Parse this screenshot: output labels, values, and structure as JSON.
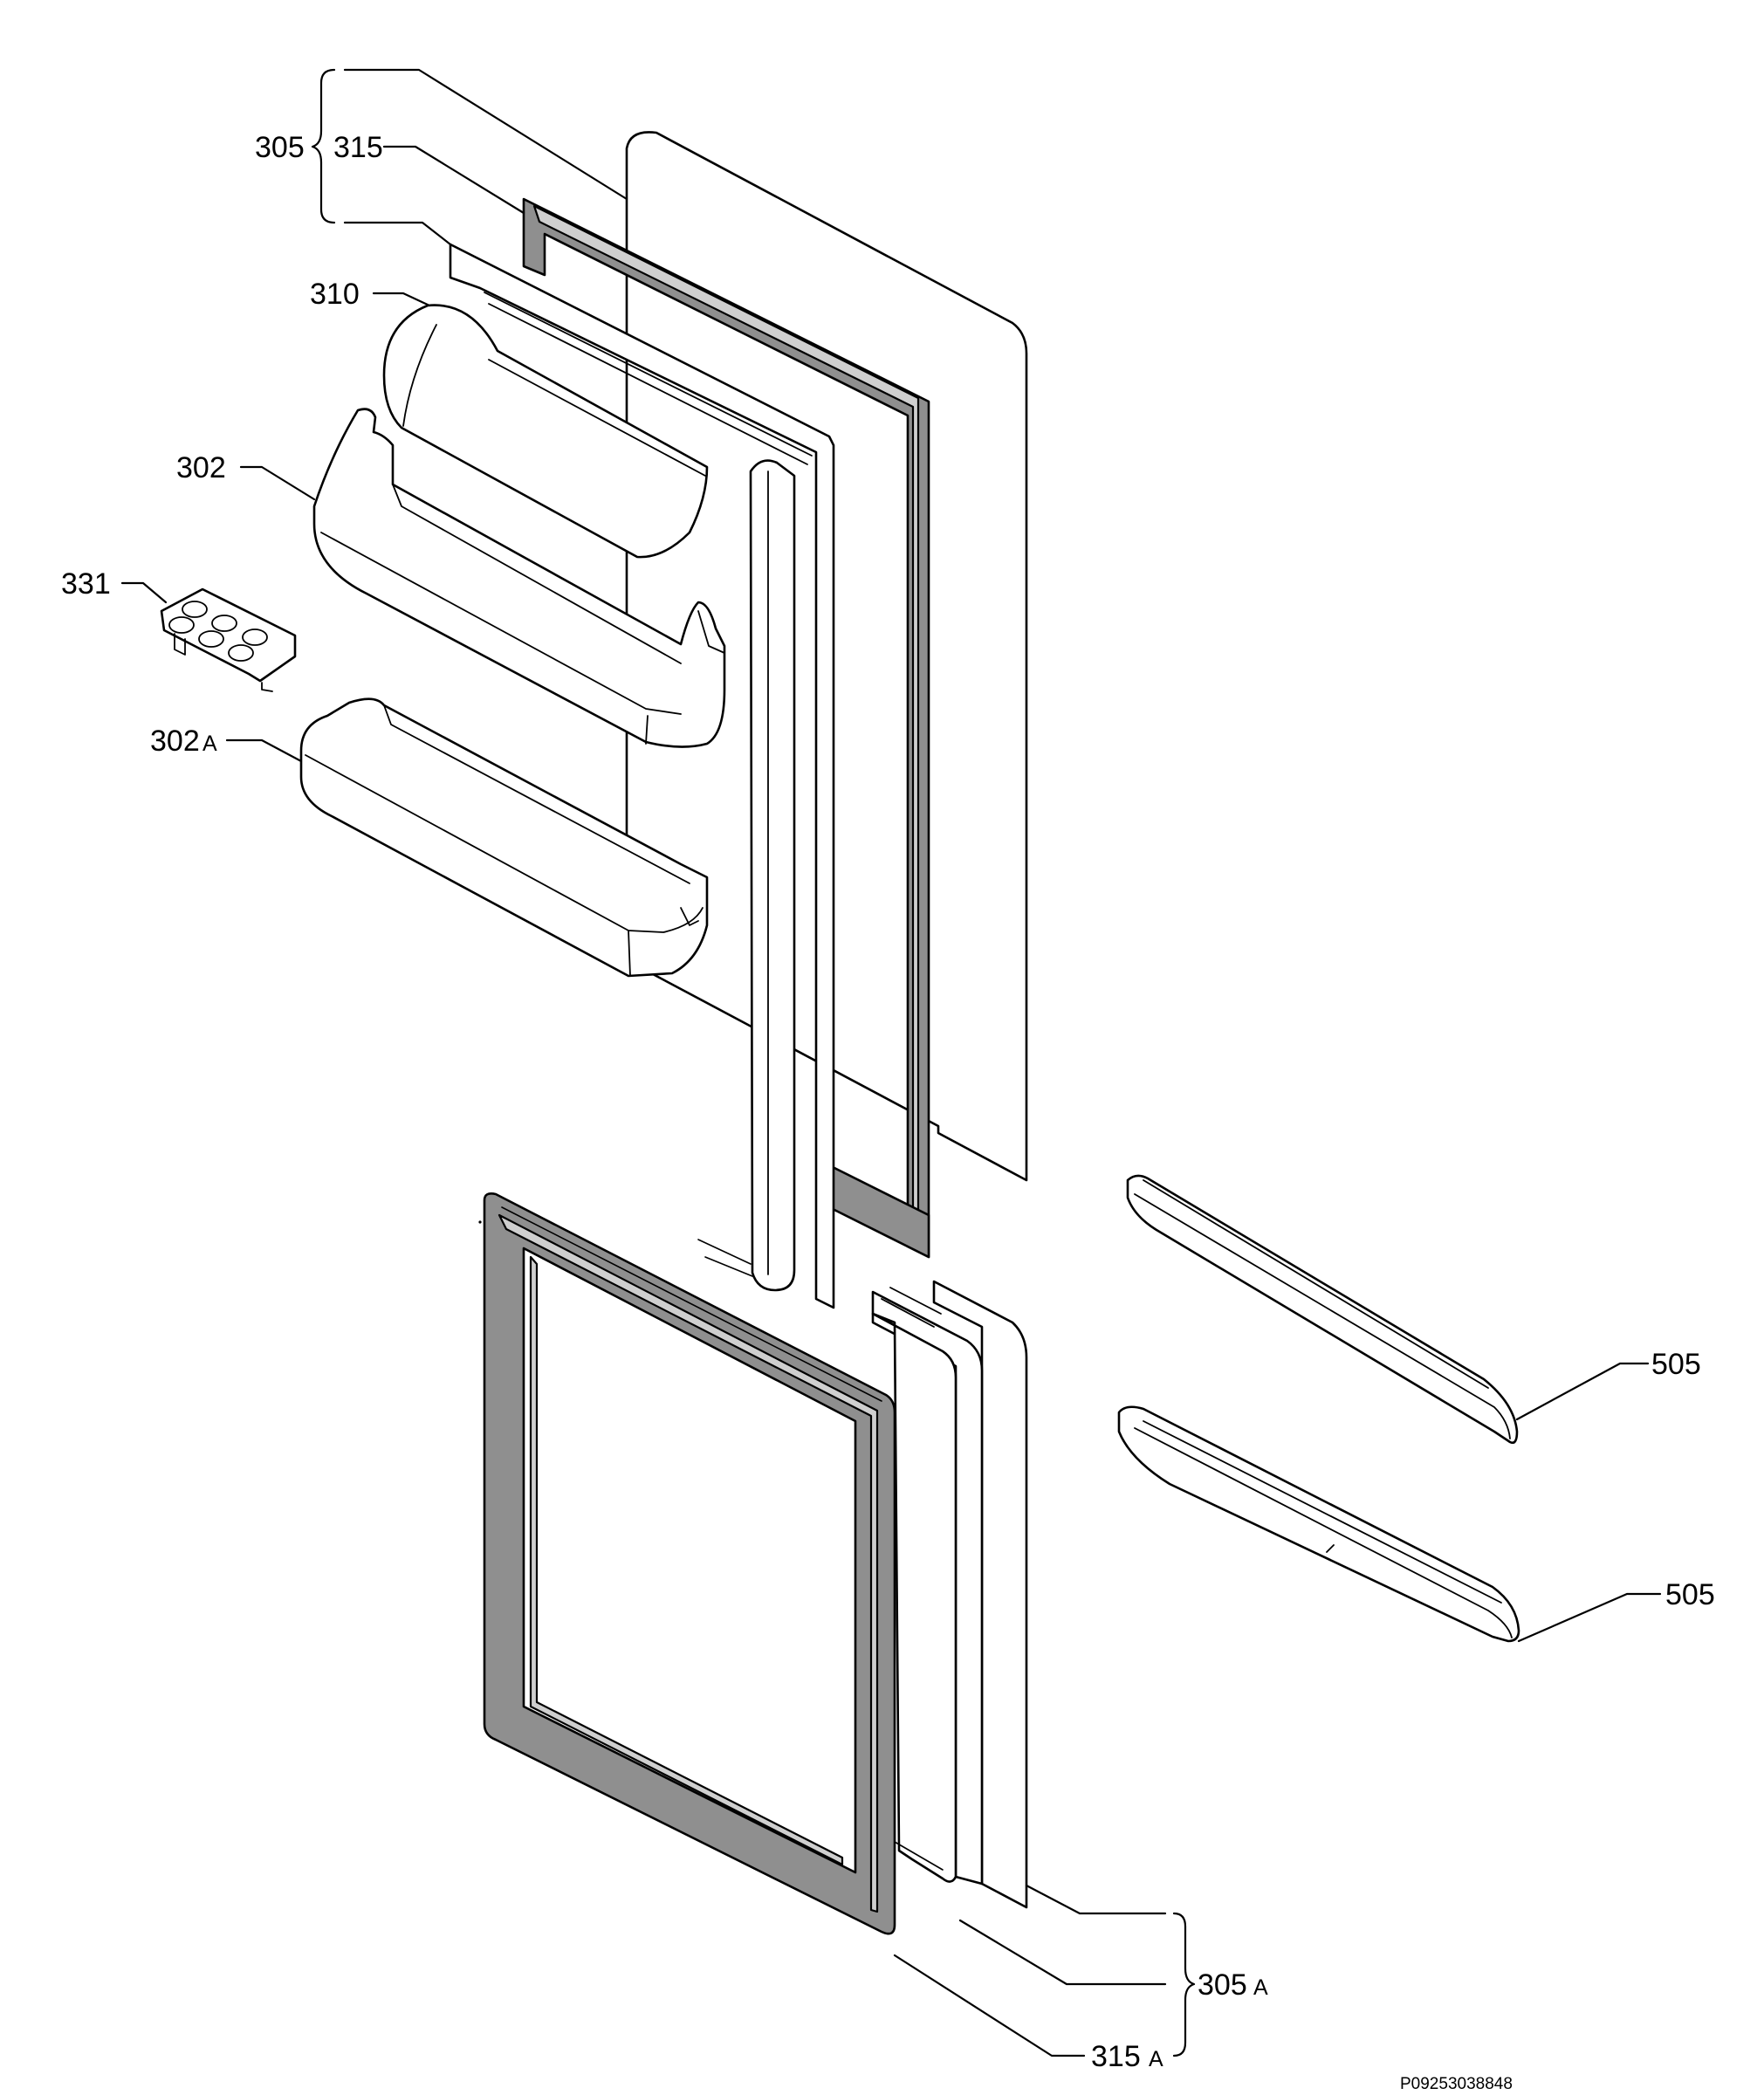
{
  "labels": {
    "door_upper": "305",
    "gasket_upper": "315",
    "shelf_lid": "310",
    "door_shelf": "302",
    "egg_tray": "331",
    "bottle_shelf": "302",
    "bottle_shelf_suffix": "A",
    "handle_top": "505",
    "handle_bottom": "505",
    "door_lower": "305",
    "door_lower_suffix": "A",
    "gasket_lower": "315",
    "gasket_lower_suffix": "A"
  },
  "drawing_code": "P09253038848"
}
